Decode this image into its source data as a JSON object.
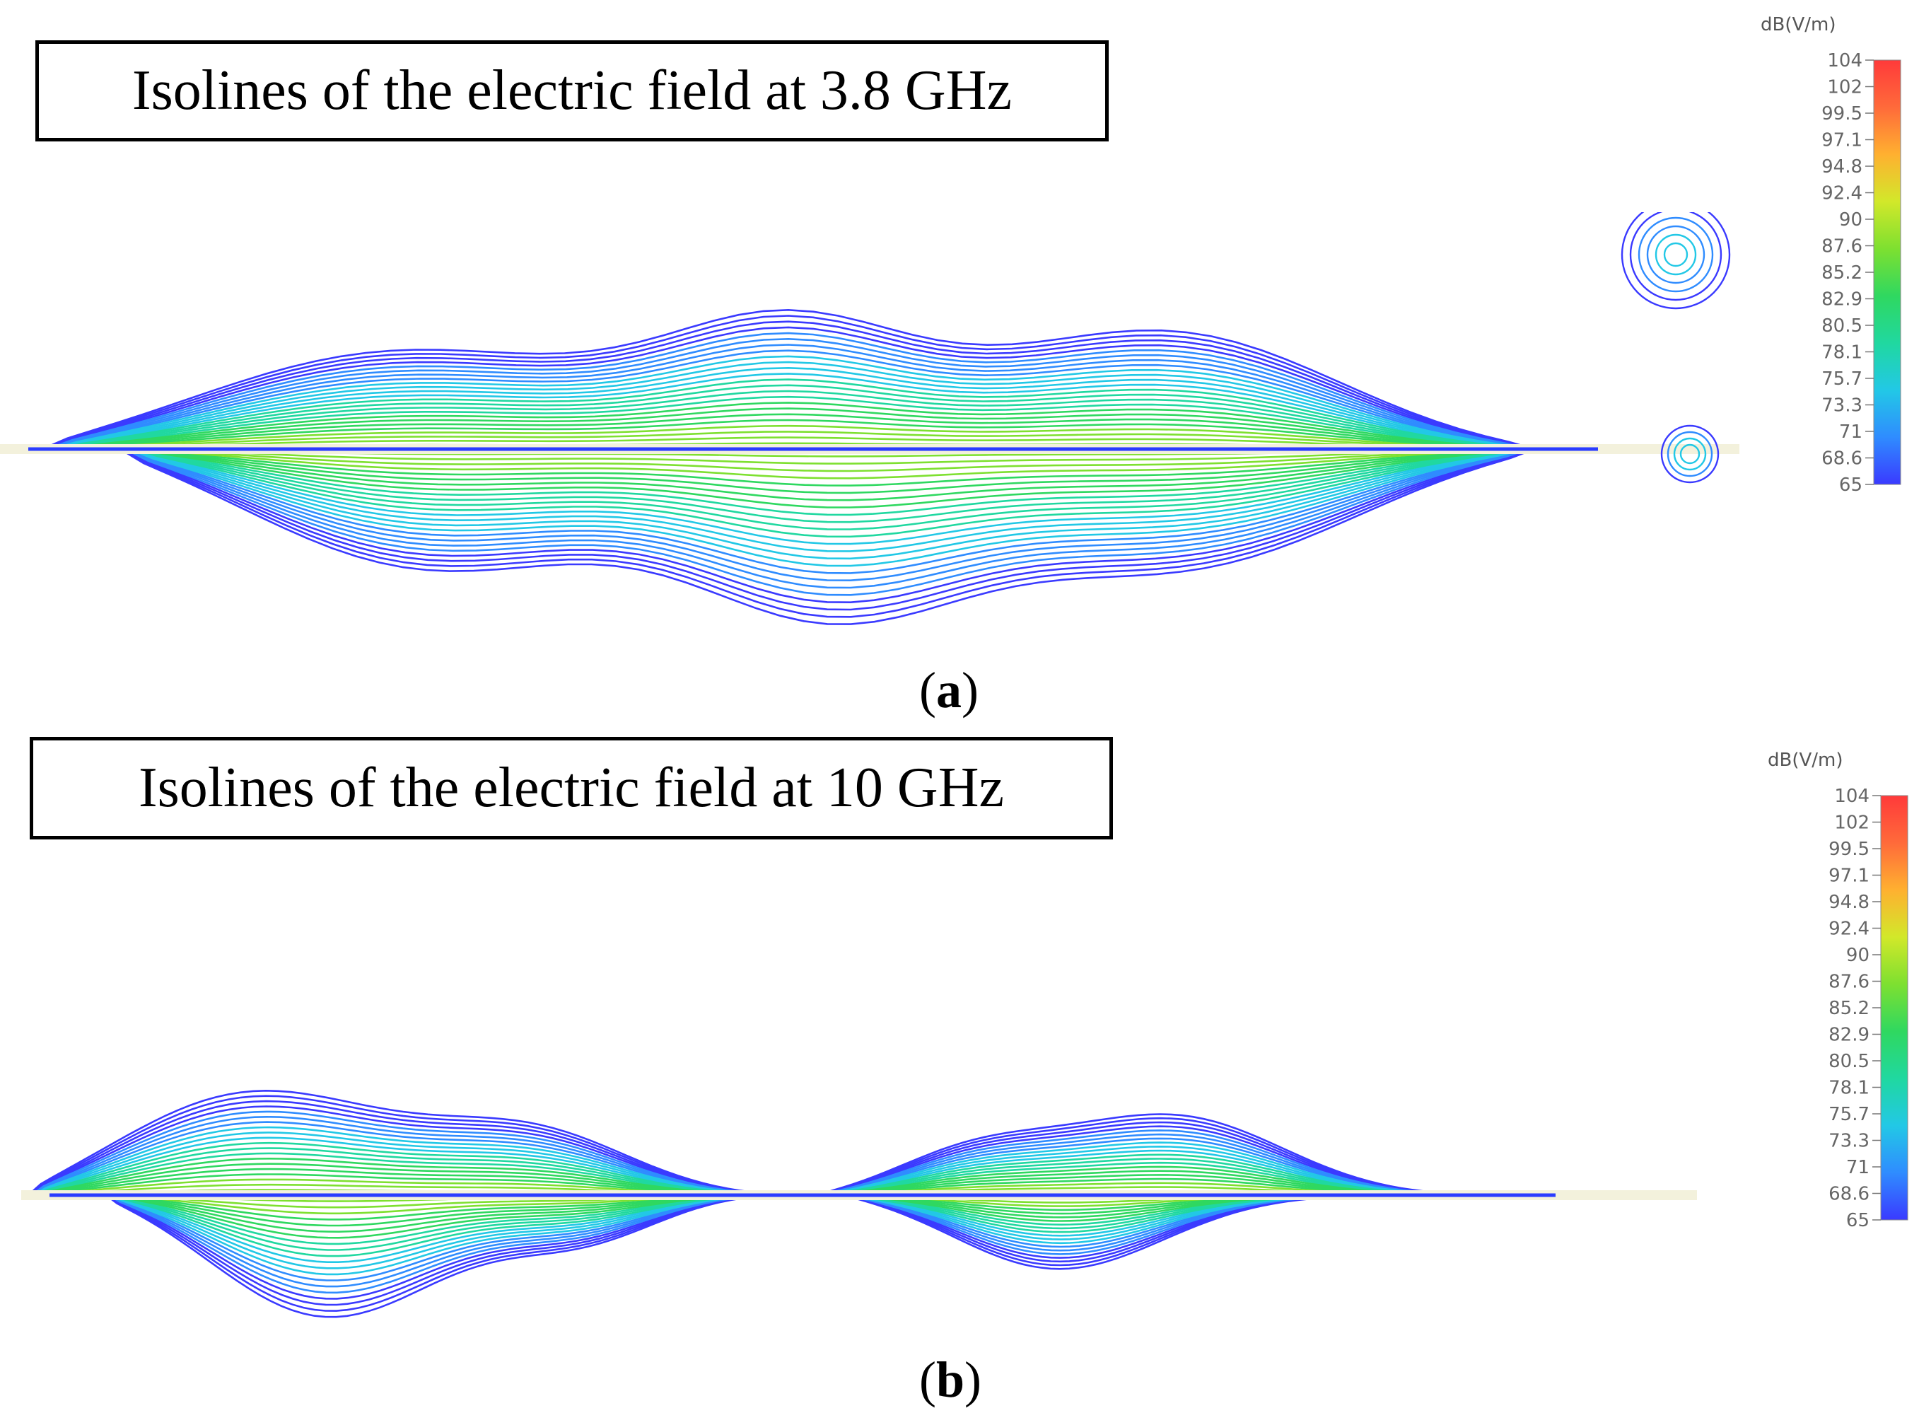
{
  "panels": [
    {
      "title": "Isolines of the electric field at 3.8 GHz",
      "caption_letter": "a",
      "legend": {
        "unit": "dB(V/m)",
        "ticks": [
          "104",
          "102",
          "99.5",
          "97.1",
          "94.8",
          "92.4",
          "90",
          "87.6",
          "85.2",
          "82.9",
          "80.5",
          "78.1",
          "75.7",
          "73.3",
          "71",
          "68.6",
          "65"
        ]
      }
    },
    {
      "title": "Isolines of the electric field at 10 GHz",
      "caption_letter": "b",
      "legend": {
        "unit": "dB(V/m)",
        "ticks": [
          "104",
          "102",
          "99.5",
          "97.1",
          "94.8",
          "92.4",
          "90",
          "87.6",
          "85.2",
          "82.9",
          "80.5",
          "78.1",
          "75.7",
          "73.3",
          "71",
          "68.6",
          "65"
        ]
      }
    }
  ],
  "colorscale": [
    "#3a3aff",
    "#2f8cff",
    "#22c8e6",
    "#20d8a0",
    "#2fd860",
    "#7ee030",
    "#d2e82a",
    "#ffb030",
    "#ff6a3a",
    "#ff3a3a"
  ]
}
